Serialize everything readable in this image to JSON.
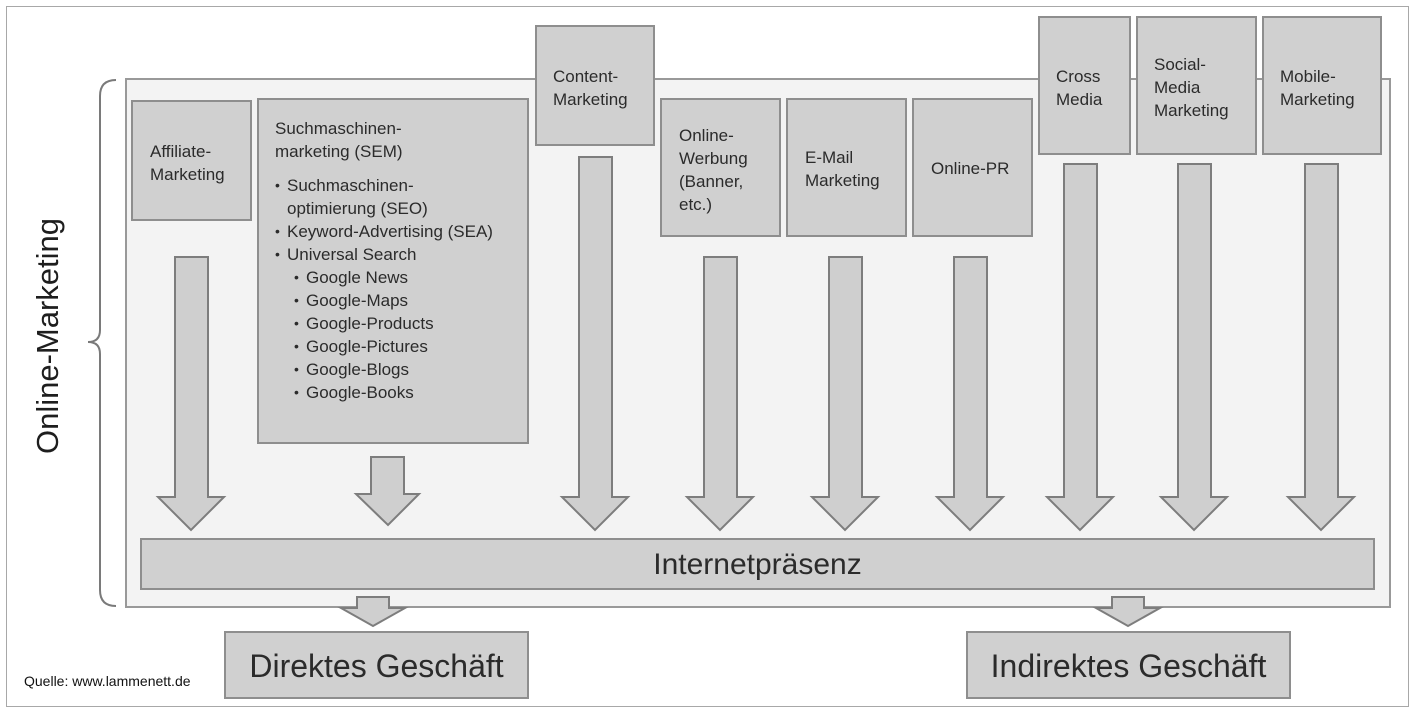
{
  "title_vertical": "Online-Marketing",
  "boxes": {
    "affiliate": "Affiliate-\nMarketing",
    "sem_title": "Suchmaschinen-\nmarketing (SEM)",
    "sem_items": [
      {
        "text": "Suchmaschinen-\noptimierung (SEO)",
        "level": 1
      },
      {
        "text": "Keyword-Advertising (SEA)",
        "level": 1
      },
      {
        "text": "Universal Search",
        "level": 1
      },
      {
        "text": "Google News",
        "level": 2
      },
      {
        "text": "Google-Maps",
        "level": 2
      },
      {
        "text": "Google-Products",
        "level": 2
      },
      {
        "text": "Google-Pictures",
        "level": 2
      },
      {
        "text": "Google-Blogs",
        "level": 2
      },
      {
        "text": "Google-Books",
        "level": 2
      }
    ],
    "content": "Content-\nMarketing",
    "online_werbung": "Online-\nWerbung\n(Banner,\netc.)",
    "email": "E-Mail\nMarketing",
    "online_pr": "Online-PR",
    "cross_media": "Cross\nMedia",
    "social_media": "Social-\nMedia\nMarketing",
    "mobile": "Mobile-\nMarketing"
  },
  "internetpraesenz": "Internetpräsenz",
  "direktes": "Direktes Geschäft",
  "indirektes": "Indirektes Geschäft",
  "source": "Quelle: www.lammenett.de",
  "colors": {
    "box_fill": "#d0d0d0",
    "box_border": "#8e8e8e",
    "panel": "#f3f3f3"
  }
}
